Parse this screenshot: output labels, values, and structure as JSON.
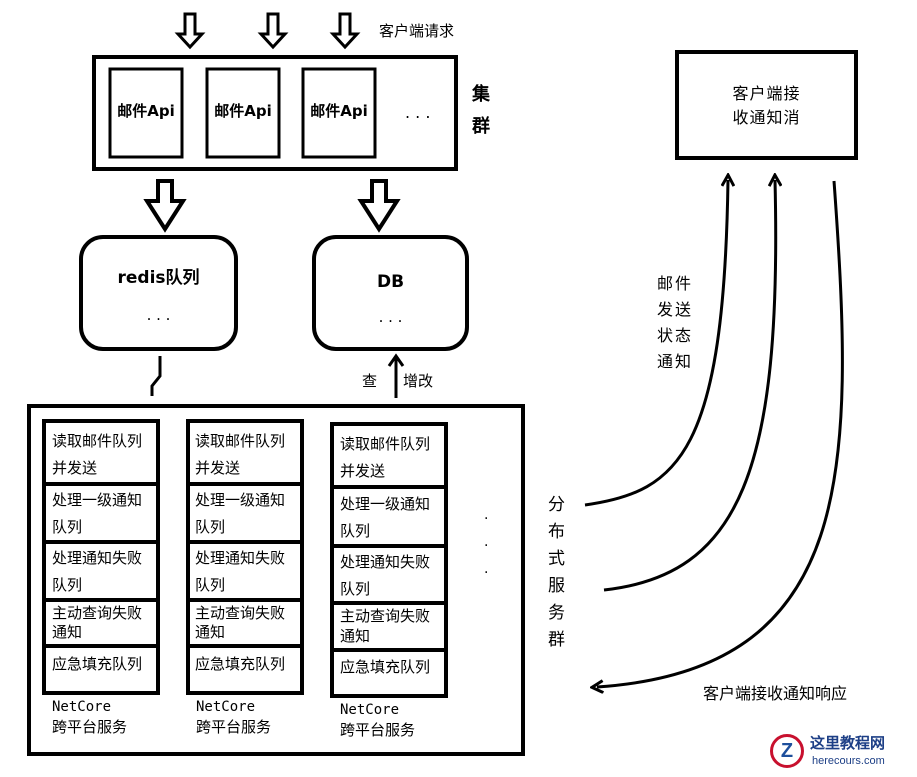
{
  "client_request": "客户端请求",
  "cluster_label": [
    "集",
    "群"
  ],
  "api_nodes": [
    "邮件Api",
    "邮件Api",
    "邮件Api"
  ],
  "ellipsis_h": ". . .",
  "redis": {
    "title": "redis队列",
    "ellipsis": ". . ."
  },
  "db": {
    "title": "DB",
    "ellipsis": ". . ."
  },
  "query_label": "查",
  "update_label": "增改",
  "services": [
    {
      "tasks": [
        [
          "读取邮件队列",
          "并发送"
        ],
        [
          "处理一级通知",
          "队列"
        ],
        [
          "处理通知失败",
          "队列"
        ],
        [
          "主动查询失败",
          "通知"
        ],
        [
          "应急填充队列"
        ]
      ],
      "platform": "NetCore",
      "platform_desc": "跨平台服务"
    },
    {
      "tasks": [
        [
          "读取邮件队列",
          "并发送"
        ],
        [
          "处理一级通知",
          "队列"
        ],
        [
          "处理通知失败",
          "队列"
        ],
        [
          "主动查询失败",
          "通知"
        ],
        [
          "应急填充队列"
        ]
      ],
      "platform": "NetCore",
      "platform_desc": "跨平台服务"
    },
    {
      "tasks": [
        [
          "读取邮件队列",
          "并发送"
        ],
        [
          "处理一级通知",
          "队列"
        ],
        [
          "处理通知失败",
          "队列"
        ],
        [
          "主动查询失败",
          "通知"
        ],
        [
          "应急填充队列"
        ]
      ],
      "platform": "NetCore",
      "platform_desc": "跨平台服务"
    }
  ],
  "client_box": [
    "客户端接",
    "收通知消"
  ],
  "mail_status_label": [
    "邮件",
    "发送",
    "状态",
    "通知"
  ],
  "distributed_label": [
    "分",
    "布",
    "式",
    "服",
    "务",
    "群"
  ],
  "client_response": "客户端接收通知响应",
  "watermark": {
    "logo_letter": "Z",
    "site_name": "这里教程网",
    "url": "herecours.com"
  }
}
